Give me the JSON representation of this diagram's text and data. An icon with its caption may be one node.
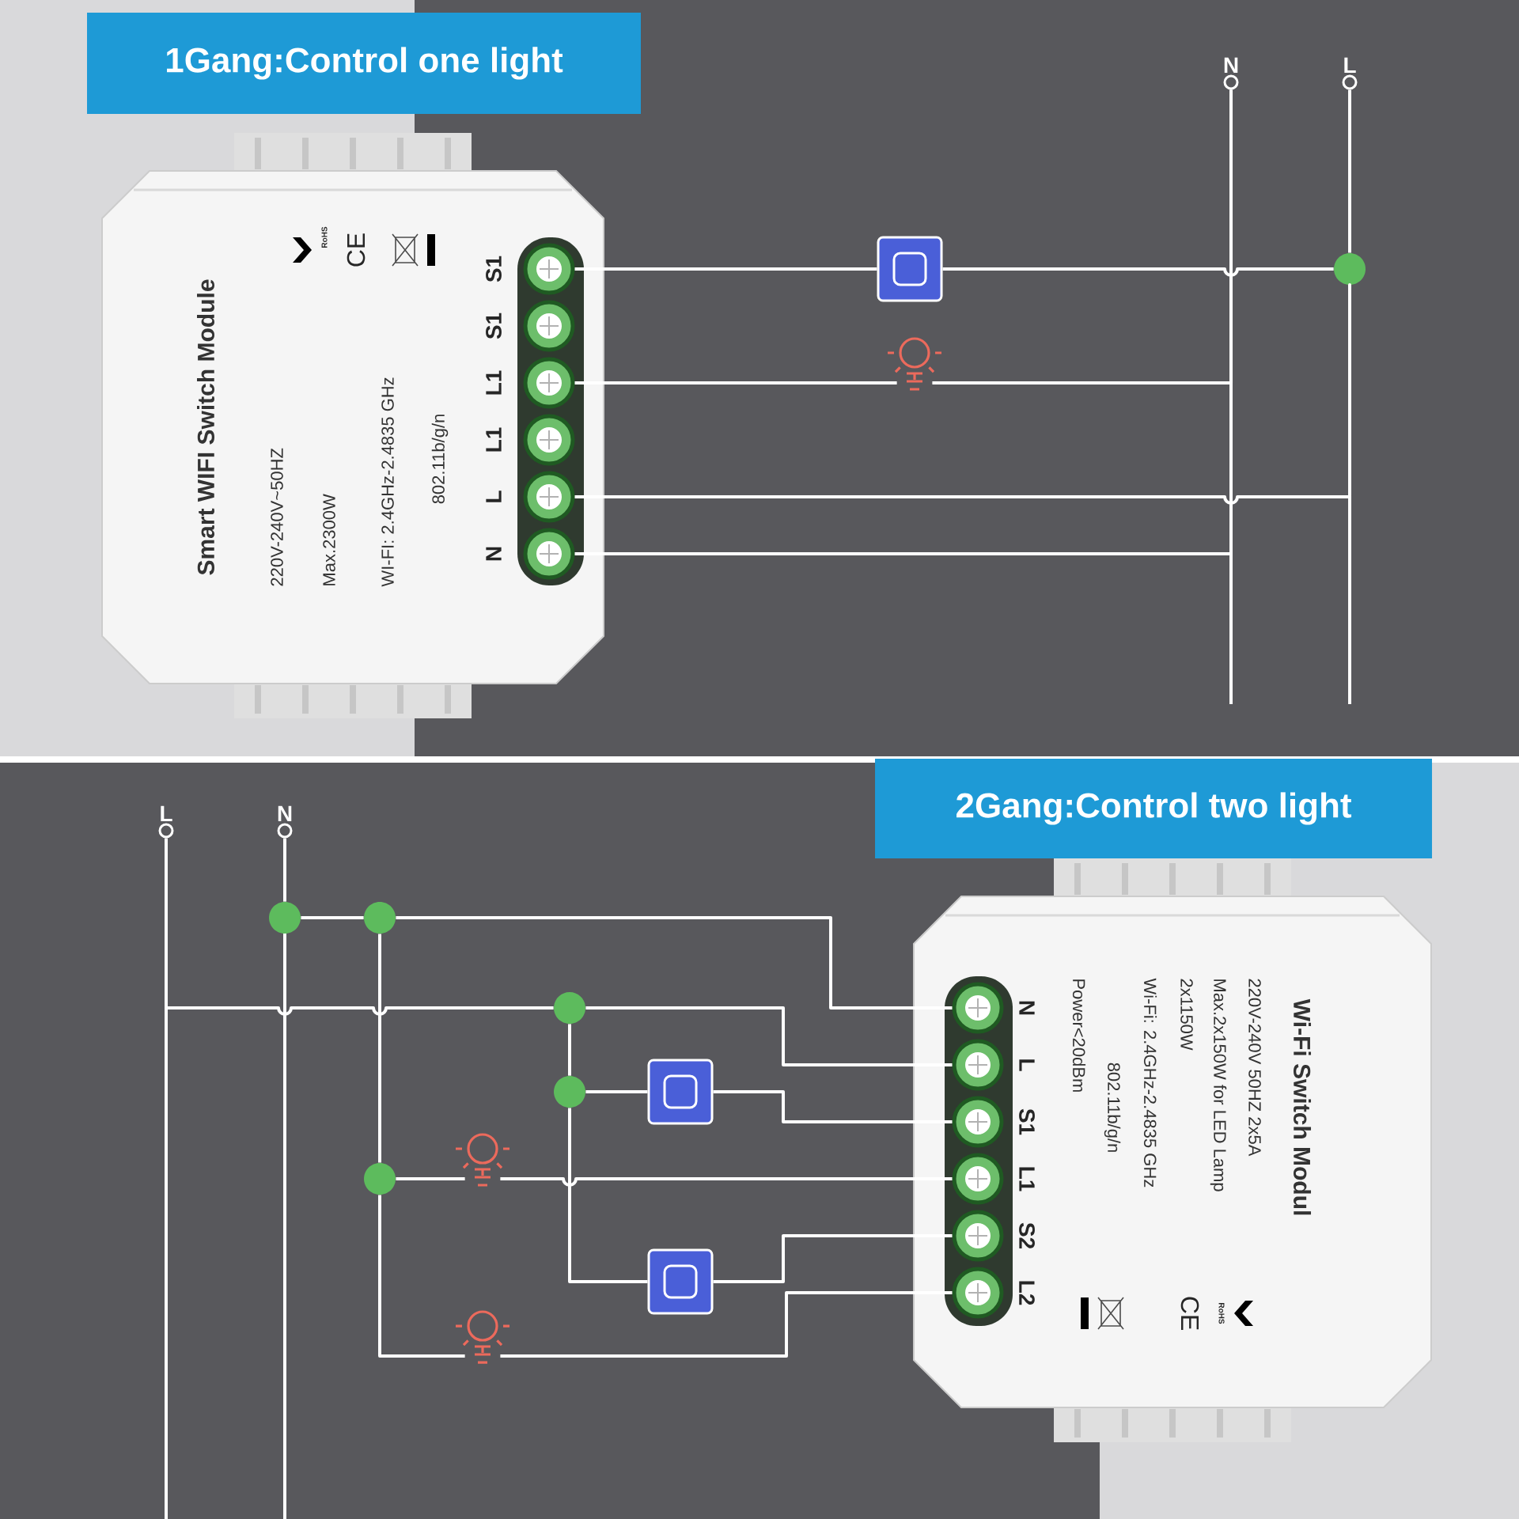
{
  "diagram": {
    "nodes": [
      {
        "text": [
          "1Gang:Control one light"
        ]
      },
      {
        "text": [
          "Smart WIFI Switch Module",
          "220V-240V~50HZ",
          "Max.2300W",
          "WI-FI: 2.4GHz-2.4835 GHz",
          "802.11b/g/n"
        ]
      },
      {
        "text": [],
        "shape": "circle",
        "in": 1
      },
      {
        "text": [],
        "shape": "circle",
        "in": 1
      },
      {
        "text": [],
        "shape": "circle",
        "in": 1
      },
      {
        "text": [],
        "shape": "circle",
        "in": 1
      },
      {
        "text": [],
        "shape": "circle",
        "in": 1
      },
      {
        "text": [],
        "shape": "circle",
        "in": 1
      },
      {
        "text": [],
        "shape": "box"
      },
      {
        "text": [],
        "shape": "bulb"
      },
      {
        "text": [
          "N"
        ]
      },
      {
        "text": [
          "L"
        ]
      },
      {
        "text": [],
        "shape": "circle"
      },
      {
        "text": [
          "L"
        ]
      },
      {
        "text": [
          "N"
        ]
      },
      {
        "text": [
          "2Gang:Control two light"
        ]
      },
      {
        "text": [
          "Wi-Fi Switch Modul",
          "220V-240V 50HZ 2x5A",
          "Max.2x150W for LED Lamp",
          "2x1150W",
          "Wi-Fi: 2.4GHz-2.4835 GHz",
          "802.11b/g/n",
          "Power<20dBm"
        ]
      },
      {
        "text": [],
        "shape": "circle",
        "in": 16
      },
      {
        "text": [],
        "shape": "circle",
        "in": 16
      },
      {
        "text": [],
        "shape": "circle",
        "in": 16
      },
      {
        "text": [],
        "shape": "circle",
        "in": 16
      },
      {
        "text": [],
        "shape": "circle",
        "in": 16
      },
      {
        "text": [],
        "shape": "circle",
        "in": 16
      },
      {
        "text": [],
        "shape": "circle"
      },
      {
        "text": [],
        "shape": "circle"
      },
      {
        "text": [],
        "shape": "circle"
      },
      {
        "text": [],
        "shape": "circle"
      },
      {
        "text": [],
        "shape": "circle"
      },
      {
        "text": [],
        "shape": "box"
      },
      {
        "text": [],
        "shape": "box"
      },
      {
        "text": [],
        "shape": "bulb"
      },
      {
        "text": [],
        "shape": "bulb"
      }
    ],
    "edges": [
      {
        "from": 2,
        "to": 8,
        "arrow": "none"
      },
      {
        "from": 8,
        "to": 12,
        "arrow": "none"
      },
      {
        "from": 12,
        "to": 11,
        "arrow": "none"
      },
      {
        "from": 4,
        "to": 9,
        "arrow": "none"
      },
      {
        "from": 9,
        "to": 10,
        "arrow": "none"
      },
      {
        "from": 6,
        "to": 12,
        "arrow": "none"
      },
      {
        "from": 7,
        "to": 10,
        "arrow": "none"
      },
      {
        "from": 14,
        "to": 23,
        "arrow": "none"
      },
      {
        "from": 23,
        "to": 24,
        "arrow": "none"
      },
      {
        "from": 24,
        "to": 17,
        "arrow": "none"
      },
      {
        "from": 24,
        "to": 27,
        "arrow": "none"
      },
      {
        "from": 27,
        "to": 30,
        "arrow": "none"
      },
      {
        "from": 30,
        "to": 20,
        "arrow": "none"
      },
      {
        "from": 27,
        "to": 31,
        "arrow": "none"
      },
      {
        "from": 31,
        "to": 22,
        "arrow": "none"
      },
      {
        "from": 13,
        "to": 25,
        "arrow": "none"
      },
      {
        "from": 25,
        "to": 18,
        "arrow": "none"
      },
      {
        "from": 25,
        "to": 26,
        "arrow": "none"
      },
      {
        "from": 26,
        "to": 28,
        "arrow": "none"
      },
      {
        "from": 28,
        "to": 19,
        "arrow": "none"
      },
      {
        "from": 26,
        "to": 29,
        "arrow": "none"
      },
      {
        "from": 29,
        "to": 21,
        "arrow": "none"
      }
    ],
    "labels": [
      "S1",
      "S1",
      "L1",
      "L1",
      "L",
      "N",
      "RoHS",
      "CE",
      "N",
      "L",
      "S1",
      "L1",
      "S2",
      "L2",
      "RoHS",
      "CE"
    ]
  }
}
